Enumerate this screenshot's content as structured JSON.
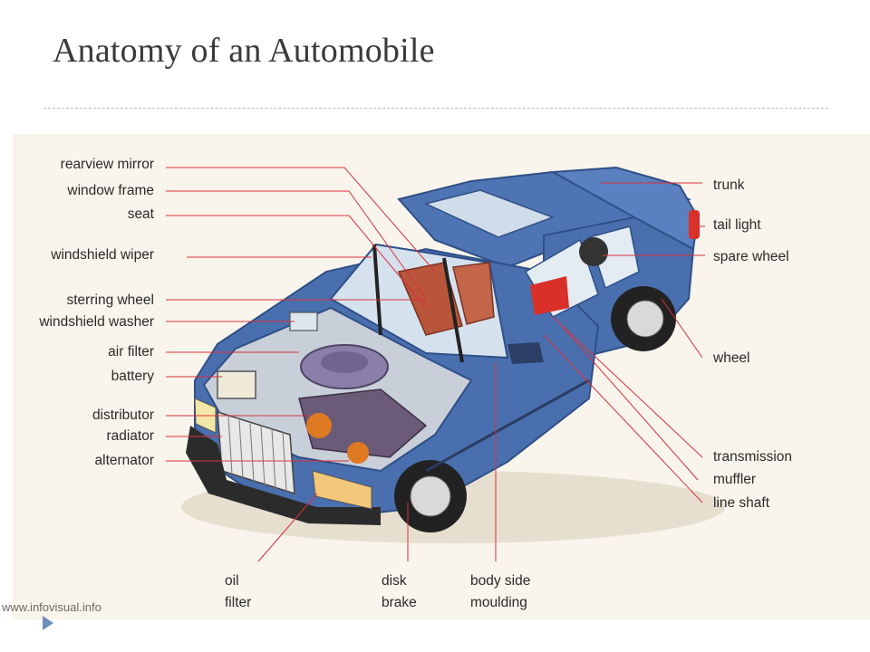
{
  "slide": {
    "title": "Anatomy of an Automobile"
  },
  "figure": {
    "credit": "www.infovisual.info",
    "labels_left": [
      "rearview mirror",
      "window frame",
      "seat",
      "windshield wiper",
      "sterring wheel",
      "windshield washer",
      "air filter",
      "battery",
      "distributor",
      "radiator",
      "alternator"
    ],
    "labels_right": [
      "trunk",
      "tail light",
      "spare wheel",
      "wheel",
      "transmission",
      "muffler",
      "line shaft"
    ],
    "labels_bottom": [
      {
        "line1": "oil",
        "line2": "filter"
      },
      {
        "line1": "disk",
        "line2": "brake"
      },
      {
        "line1": "body side",
        "line2": "moulding"
      }
    ]
  },
  "colors": {
    "body": "#4a6fae",
    "body_dark": "#2f4f86",
    "leader": "#d9303a",
    "seat": "#b8553a",
    "engine": "#8a7fa8",
    "tail_light": "#d9302a"
  }
}
